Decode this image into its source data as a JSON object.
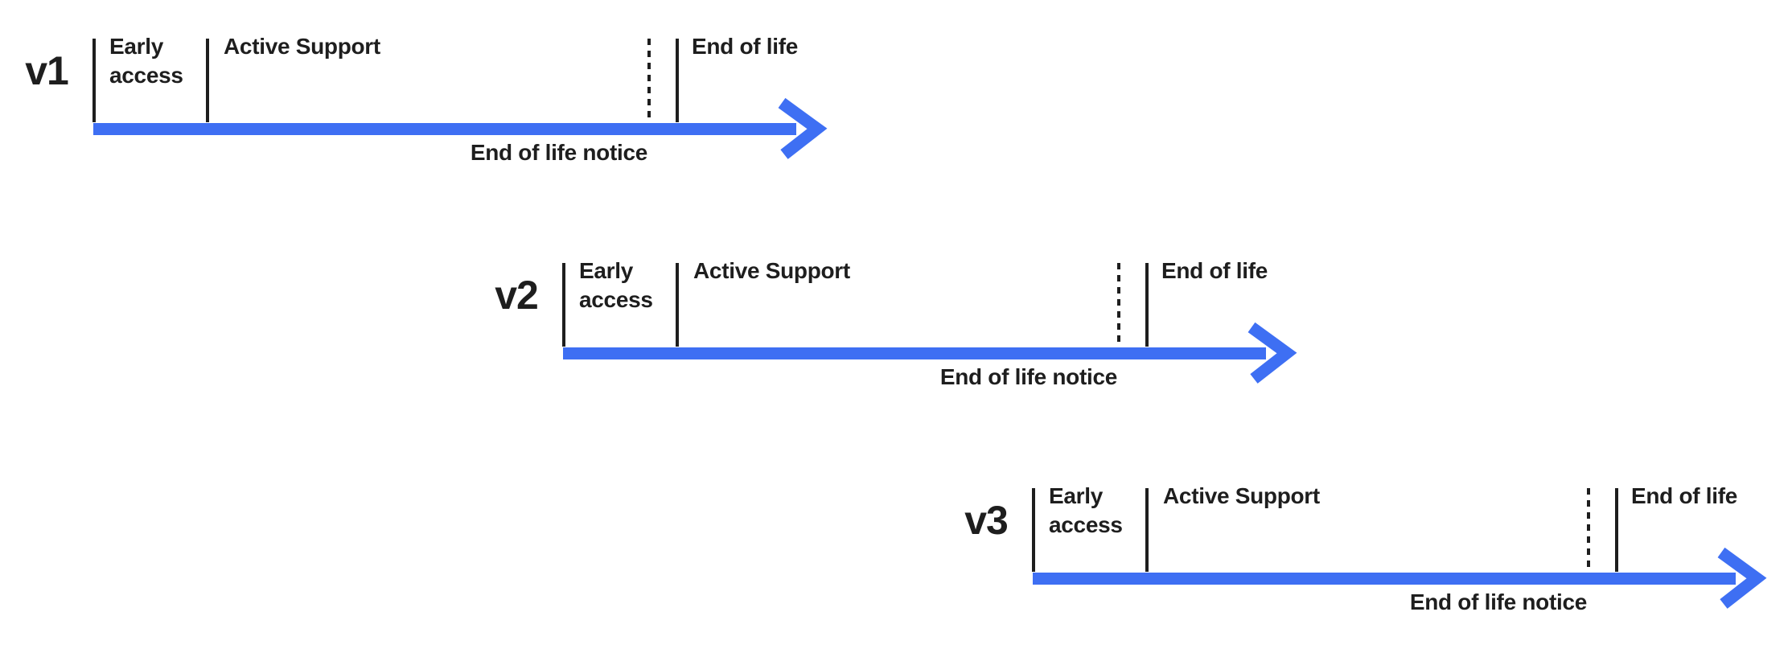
{
  "diagram": {
    "type": "release-lifecycle-timelines",
    "background_color": "#ffffff",
    "ink_color": "#1e1e1e",
    "arrow_color": "#3e6ff3",
    "phase_labels": {
      "early_access": "Early access",
      "active_support": "Active Support",
      "end_of_life": "End of life",
      "end_of_life_notice": "End of life notice"
    },
    "timelines": [
      {
        "version": "v1"
      },
      {
        "version": "v2"
      },
      {
        "version": "v3"
      }
    ]
  }
}
